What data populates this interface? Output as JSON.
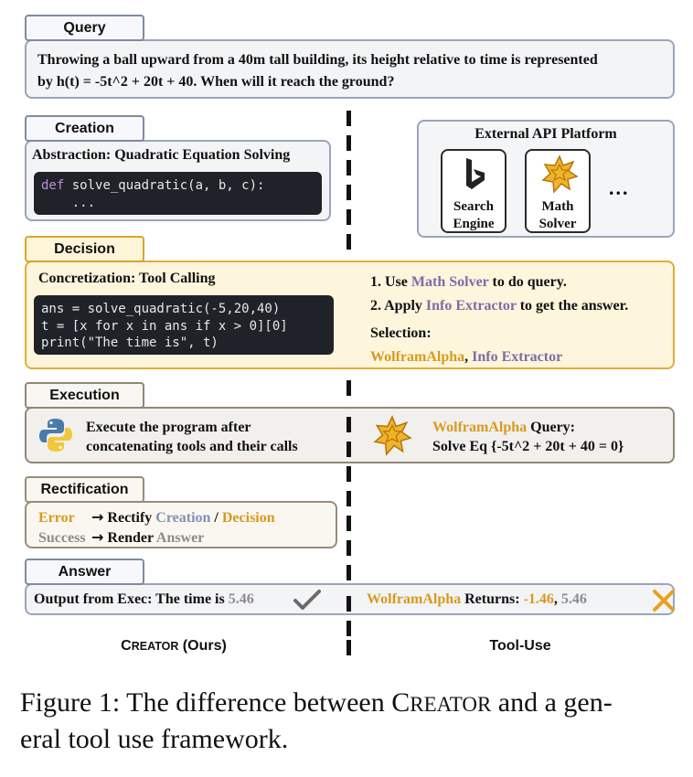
{
  "query": {
    "tab": "Query",
    "line1": "Throwing a ball upward from a 40m tall building, its height relative to time is represented",
    "line2": "by h(t) = -5t^2 + 20t + 40. When will it reach the ground?"
  },
  "creation": {
    "tab": "Creation",
    "title": "Abstraction: Quadratic Equation Solving",
    "code_kw": "def",
    "code_rest": " solve_quadratic(a, b, c):",
    "code_line2": "    ..."
  },
  "api_platform": {
    "title": "External API Platform",
    "search_label1": "Search",
    "search_label2": "Engine",
    "math_label1": "Math",
    "math_label2": "Solver",
    "more": "..."
  },
  "decision": {
    "tab": "Decision",
    "title": "Concretization: Tool Calling",
    "code_lines": [
      "ans = solve_quadratic(-5,20,40)",
      "t = [x for x in ans if x > 0][0]",
      "print(\"The time is\", t)"
    ],
    "step1_pre": "1. Use ",
    "step1_tool": "Math Solver",
    "step1_post": " to do query.",
    "step2_pre": "2. Apply ",
    "step2_tool": "Info Extractor",
    "step2_post": " to get the answer.",
    "selection_label": "Selection:",
    "selection_a": "WolframAlpha",
    "selection_sep": ", ",
    "selection_b": "Info Extractor"
  },
  "execution": {
    "tab": "Execution",
    "left_line1": "Execute the program after",
    "left_line2": "concatenating tools and their calls",
    "right_tool": "WolframAlpha",
    "right_query": " Query:",
    "right_line2": "Solve Eq {-5t^2 + 20t + 40 = 0}"
  },
  "rectification": {
    "tab": "Rectification",
    "error": "Error",
    "arrow": "→",
    "rectify": "Rectify ",
    "creation": "Creation",
    "slash": " / ",
    "decision": "Decision",
    "success": "Success",
    "render": "Render ",
    "answer": "Answer"
  },
  "answer": {
    "tab": "Answer",
    "left_text": "Output from Exec: The time is ",
    "left_value": "5.46",
    "right_tool": "WolframAlpha",
    "right_text": " Returns: ",
    "right_value1": "-1.46",
    "right_sep": ", ",
    "right_value2": "5.46"
  },
  "labels": {
    "creator_big": "C",
    "creator_small": "REATOR",
    "creator_suffix": " (Ours)",
    "tooluse": "Tool-Use"
  },
  "caption": {
    "line1": "Figure 1: The difference between C",
    "line1_small": "REATOR",
    "line1_end": " and a gen-",
    "line2": "eral tool use framework."
  }
}
